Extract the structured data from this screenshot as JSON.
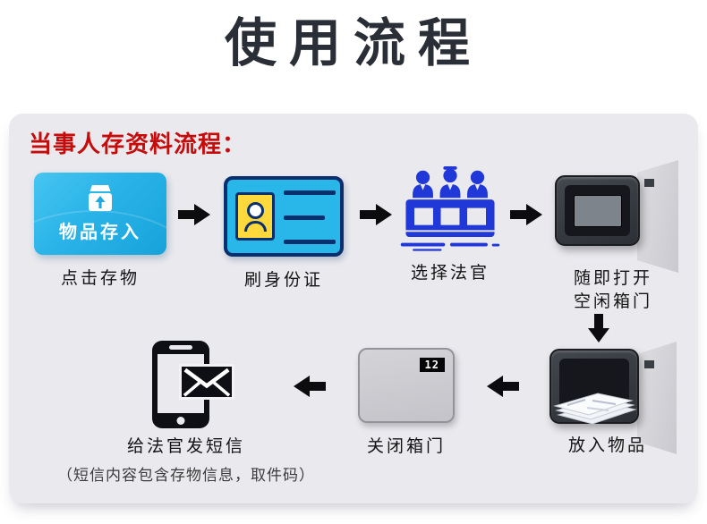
{
  "page": {
    "title": "使用流程"
  },
  "panel": {
    "heading": "当事人存资料流程："
  },
  "flow": {
    "step1": {
      "button_text": "物品存入",
      "label": "点击存物"
    },
    "step2": {
      "label": "刷身份证"
    },
    "step3": {
      "label": "选择法官"
    },
    "step4": {
      "label_line1": "随即打开",
      "label_line2": "空闲箱门"
    },
    "step5": {
      "label": "放入物品"
    },
    "step6": {
      "locker_number": "12",
      "label": "关闭箱门"
    },
    "step7": {
      "label": "给法官发短信",
      "note": "（短信内容包含存物信息，取件码）"
    }
  },
  "colors": {
    "title_text": "#2a2e37",
    "accent_red": "#c60b0b",
    "button_blue": "#29b3e8",
    "card_blue": "#29b6e9",
    "card_border_navy": "#0a2f6e",
    "card_photo_yellow": "#ffd83c",
    "judge_blue": "#2138d8",
    "locker_dark": "#33363c",
    "door_gray": "#d3d3d8",
    "panel_bg": "#e9e9ee",
    "arrow_black": "#0c0c0e"
  }
}
